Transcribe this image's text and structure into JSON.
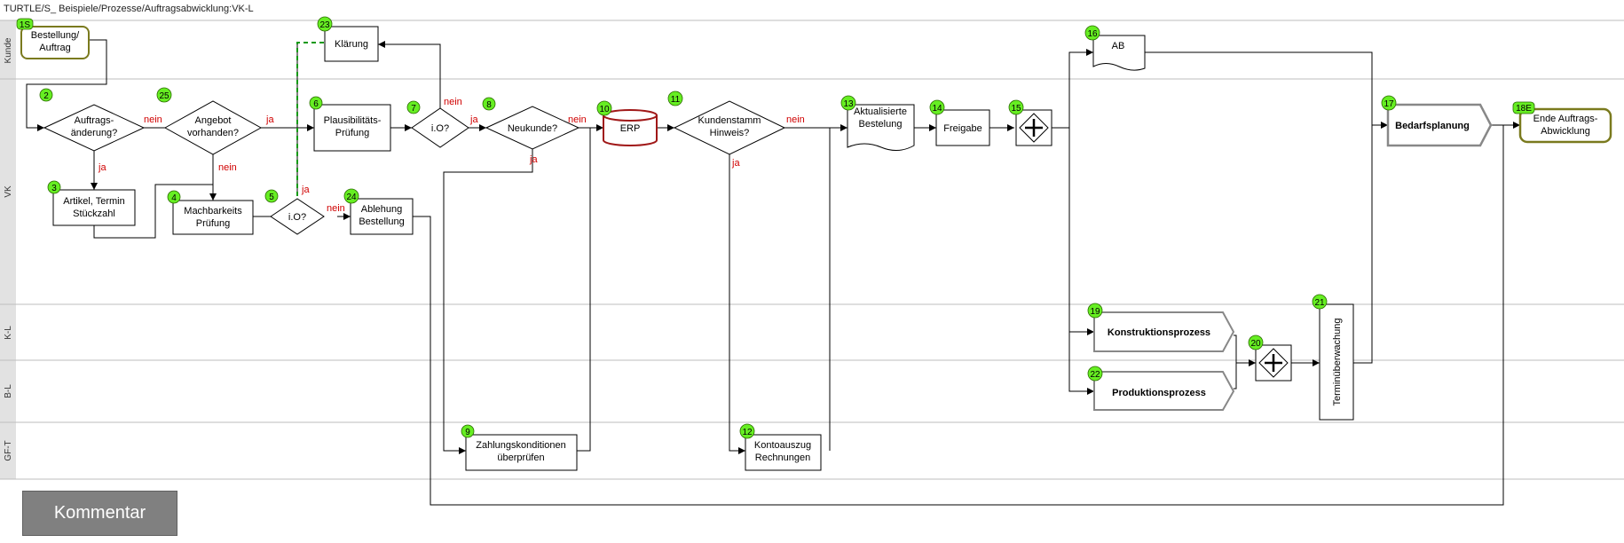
{
  "title": "TURTLE/S_ Beispiele/Prozesse/Auftragsabwicklung:VK-L",
  "lanes": [
    {
      "id": "kunde",
      "label": "Kunde"
    },
    {
      "id": "vk",
      "label": "VK"
    },
    {
      "id": "kl",
      "label": "K-L"
    },
    {
      "id": "bl",
      "label": "B-L"
    },
    {
      "id": "gft",
      "label": "GF-T"
    }
  ],
  "nodes": {
    "n1S": {
      "number": "1S",
      "lines": [
        "Bestellung/",
        "Auftrag"
      ]
    },
    "n2": {
      "number": "2",
      "lines": [
        "Auftrags-",
        "änderung?"
      ]
    },
    "n3": {
      "number": "3",
      "lines": [
        "Artikel, Termin",
        "Stückzahl"
      ]
    },
    "n25": {
      "number": "25",
      "lines": [
        "Angebot",
        "vorhanden?"
      ]
    },
    "n4": {
      "number": "4",
      "lines": [
        "Machbarkeits",
        "Prüfung"
      ]
    },
    "n5": {
      "number": "5",
      "lines": [
        "i.O?"
      ]
    },
    "n23": {
      "number": "23",
      "lines": [
        "Klärung"
      ]
    },
    "n24": {
      "number": "24",
      "lines": [
        "Ablehung",
        "Bestellung"
      ]
    },
    "n6": {
      "number": "6",
      "lines": [
        "Plausibilitäts-",
        "Prüfung"
      ]
    },
    "n7": {
      "number": "7",
      "lines": [
        "i.O?"
      ]
    },
    "n8": {
      "number": "8",
      "lines": [
        "Neukunde?"
      ]
    },
    "n9": {
      "number": "9",
      "lines": [
        "Zahlungskonditionen",
        "überprüfen"
      ]
    },
    "n10": {
      "number": "10",
      "lines": [
        "ERP"
      ]
    },
    "n11": {
      "number": "11",
      "lines": [
        "Kundenstamm",
        "Hinweis?"
      ]
    },
    "n12": {
      "number": "12",
      "lines": [
        "Kontoauszug",
        "Rechnungen"
      ]
    },
    "n13": {
      "number": "13",
      "lines": [
        "Aktualisierte",
        "Bestelung"
      ]
    },
    "n14": {
      "number": "14",
      "lines": [
        "Freigabe"
      ]
    },
    "n15": {
      "number": "15",
      "lines": []
    },
    "n16": {
      "number": "16",
      "lines": [
        "AB"
      ]
    },
    "n17": {
      "number": "17",
      "lines": [
        "Bedarfsplanung"
      ]
    },
    "n18E": {
      "number": "18E",
      "lines": [
        "Ende Auftrags-",
        "Abwicklung"
      ]
    },
    "n19": {
      "number": "19",
      "lines": [
        "Konstruktionsprozess"
      ]
    },
    "n20": {
      "number": "20",
      "lines": []
    },
    "n21": {
      "number": "21",
      "lines": [
        "Terminüberwachung"
      ]
    },
    "n22": {
      "number": "22",
      "lines": [
        "Produktionsprozess"
      ]
    }
  },
  "edge_labels": {
    "ja": "ja",
    "nein": "nein"
  },
  "colors": {
    "badge": "#66ee22",
    "start_end_border": "#7a7a1e",
    "erp_border": "#a01818",
    "condition_text": "#d00000",
    "dashed_link": "#119911",
    "lane_bar": "#e2e2e2",
    "comment_button": "#808080"
  },
  "comment_button": {
    "label": "Kommentar"
  }
}
